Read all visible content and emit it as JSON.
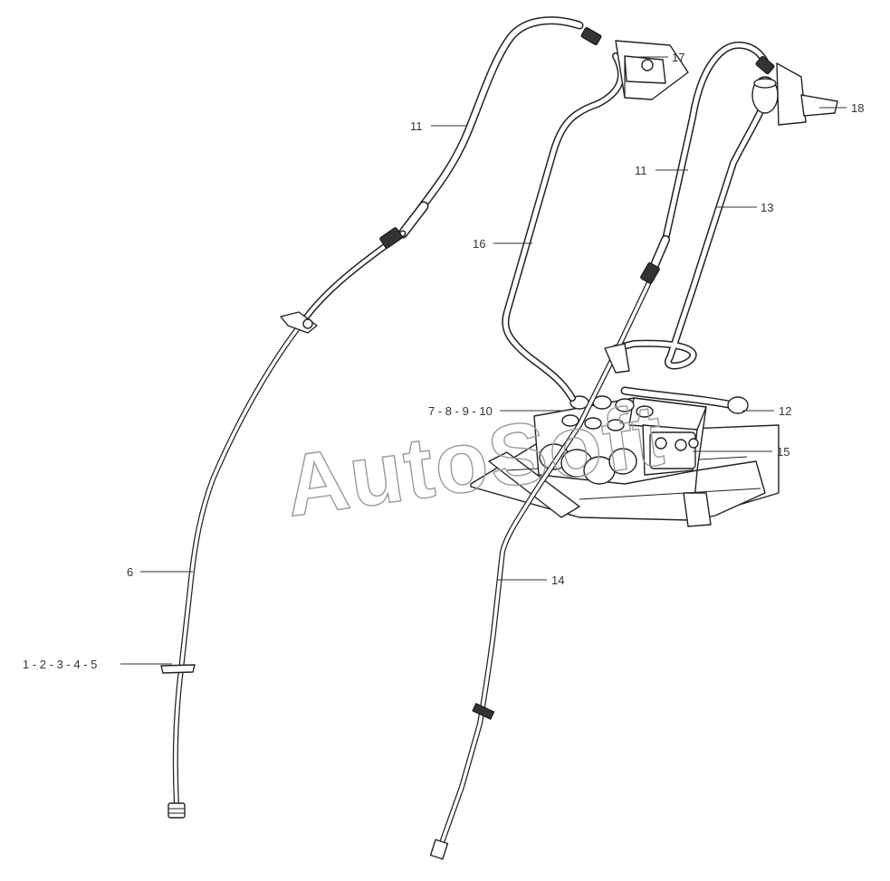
{
  "watermark": "AutoSoft",
  "labels": [
    {
      "id": "lbl-17",
      "text": "17"
    },
    {
      "id": "lbl-18",
      "text": "18"
    },
    {
      "id": "lbl-11a",
      "text": "11"
    },
    {
      "id": "lbl-11b",
      "text": "11"
    },
    {
      "id": "lbl-13",
      "text": "13"
    },
    {
      "id": "lbl-16",
      "text": "16"
    },
    {
      "id": "lbl-7-10",
      "text": "7 - 8 - 9 - 10"
    },
    {
      "id": "lbl-12",
      "text": "12"
    },
    {
      "id": "lbl-15",
      "text": "15"
    },
    {
      "id": "lbl-6",
      "text": "6"
    },
    {
      "id": "lbl-14",
      "text": "14"
    },
    {
      "id": "lbl-1-5",
      "text": "1 - 2 - 3 - 4 - 5"
    }
  ]
}
